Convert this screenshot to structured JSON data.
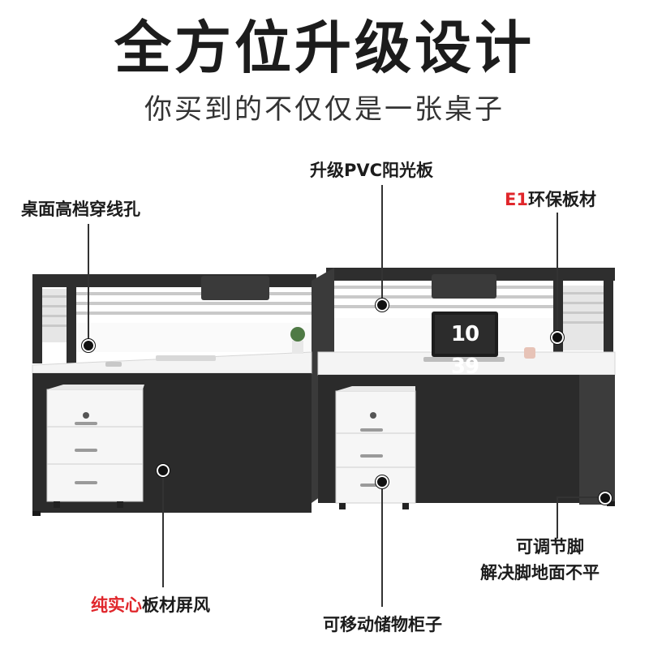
{
  "headline": "全方位升级设计",
  "subheadline": "你买到的不仅仅是一张桌子",
  "callouts": {
    "top_center": "升级PVC阳光板",
    "top_left": "桌面高档穿线孔",
    "top_right": {
      "highlight": "E1",
      "rest": "环保板材"
    },
    "bottom_left": {
      "highlight": "纯实心",
      "rest": "板材屏风"
    },
    "bottom_center": "可移动储物柜子",
    "bottom_right": [
      "可调节脚",
      "解决脚地面不平"
    ]
  },
  "laptop_clock": "10 39",
  "colors": {
    "frame": "#2e2e2e",
    "desktop": "#f4f4f4",
    "highlight_red": "#e0262b"
  }
}
